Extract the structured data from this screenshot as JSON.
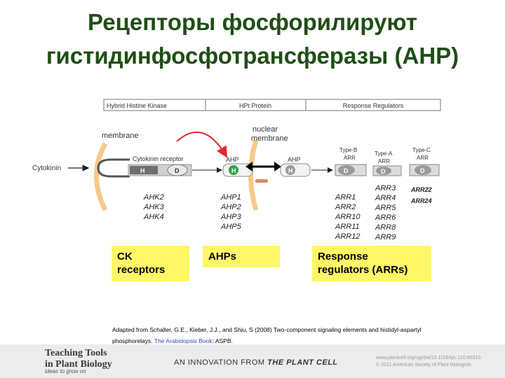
{
  "title": {
    "line1": "Рецепторы фосфорилируют",
    "line2": "гистидинфосфотрансферазы (AHP)"
  },
  "header_bar": {
    "hybrid_kinase": "Hybrid Histine Kinase",
    "hpt_protein": "HPt Protein",
    "response_regulators": "Response Regulators"
  },
  "diagram": {
    "membrane_label": "membrane",
    "nuclear_membrane_line1": "nuclear",
    "nuclear_membrane_line2": "membrane",
    "cytokinin_label": "Cytokinin",
    "cytokinin_receptor_label": "Cytokinin receptor",
    "ahp_label": "AHP",
    "type_b_line1": "Type-B",
    "type_b_line2": "ARR",
    "type_a_line1": "Type-A",
    "type_a_line2": "ARR",
    "type_c_line1": "Type-C",
    "type_c_line2": "ARR",
    "h_letter": "H",
    "d_letter": "D"
  },
  "gene_lists": {
    "ahk": [
      "AHK2",
      "AHK3",
      "AHK4"
    ],
    "ahp": [
      "AHP1",
      "AHP2",
      "AHP3",
      "AHP5"
    ],
    "type_b": [
      "ARR1",
      "ARR2",
      "ARR10",
      "ARR11",
      "ARR12"
    ],
    "type_a": [
      "ARR3",
      "ARR4",
      "ARR5",
      "ARR6",
      "ARR8",
      "ARR9"
    ],
    "type_c": [
      "ARR22",
      "ARR24"
    ]
  },
  "boxes": {
    "ck_line1": "CK",
    "ck_line2": "receptors",
    "ahps": "AHPs",
    "rr_line1": "Response",
    "rr_line2": "regulators (ARRs)"
  },
  "caption": {
    "text": "Adapted from Schaller, G.E., Kieber, J.J., and Shiu, S (2008) Two-component signaling elements and histidyl-aspartyl",
    "text2": "phosphorelays.",
    "link": "The Arabidopsis Book",
    "suffix": ": ASPB."
  },
  "footer": {
    "logo_line1": "Teaching Tools",
    "logo_line2": "in Plant Biology",
    "logo_tag": "ideas to grow on",
    "innovation": "AN INNOVATION FROM",
    "plant_cell": "THE PLANT CELL",
    "web_line1": "www.plantcell.org/cgi/doi/10.1105/tpc.110.tt0310",
    "web_line2": "© 2011 American Society of Plant Biologists"
  },
  "colors": {
    "title": "#1f4e16",
    "membrane": "#f7c98a",
    "receptor_box": "#cfcfcf",
    "h_domain": "#6f6f6f",
    "ahp_green": "#2aa34a",
    "red_arrow": "#e02a2a",
    "highlight_box": "#fff766"
  }
}
